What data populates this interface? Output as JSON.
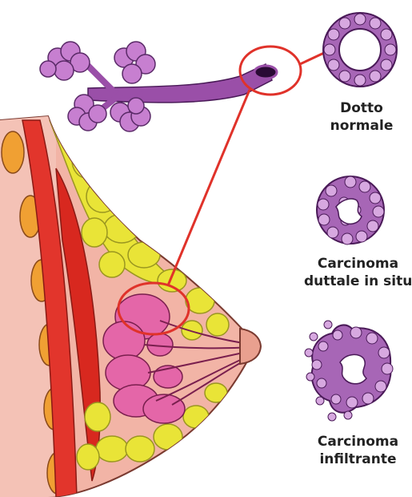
{
  "labels": {
    "normal": {
      "line1": "Dotto",
      "line2": "normale"
    },
    "in_situ": {
      "line1": "Carcinoma",
      "line2": "duttale in situ"
    },
    "infiltrating": {
      "line1": "Carcinoma",
      "line2": "infiltrante"
    }
  },
  "colors": {
    "background": "#ffffff",
    "skin": "#f2b4a6",
    "muscle": "#e2352c",
    "rib": "#f0a033",
    "fat": "#e9e437",
    "lobule": "#e466a8",
    "duct": "#9a4fa8",
    "cell": "#b889c8",
    "callout": "#e0322a",
    "text": "#222222"
  }
}
